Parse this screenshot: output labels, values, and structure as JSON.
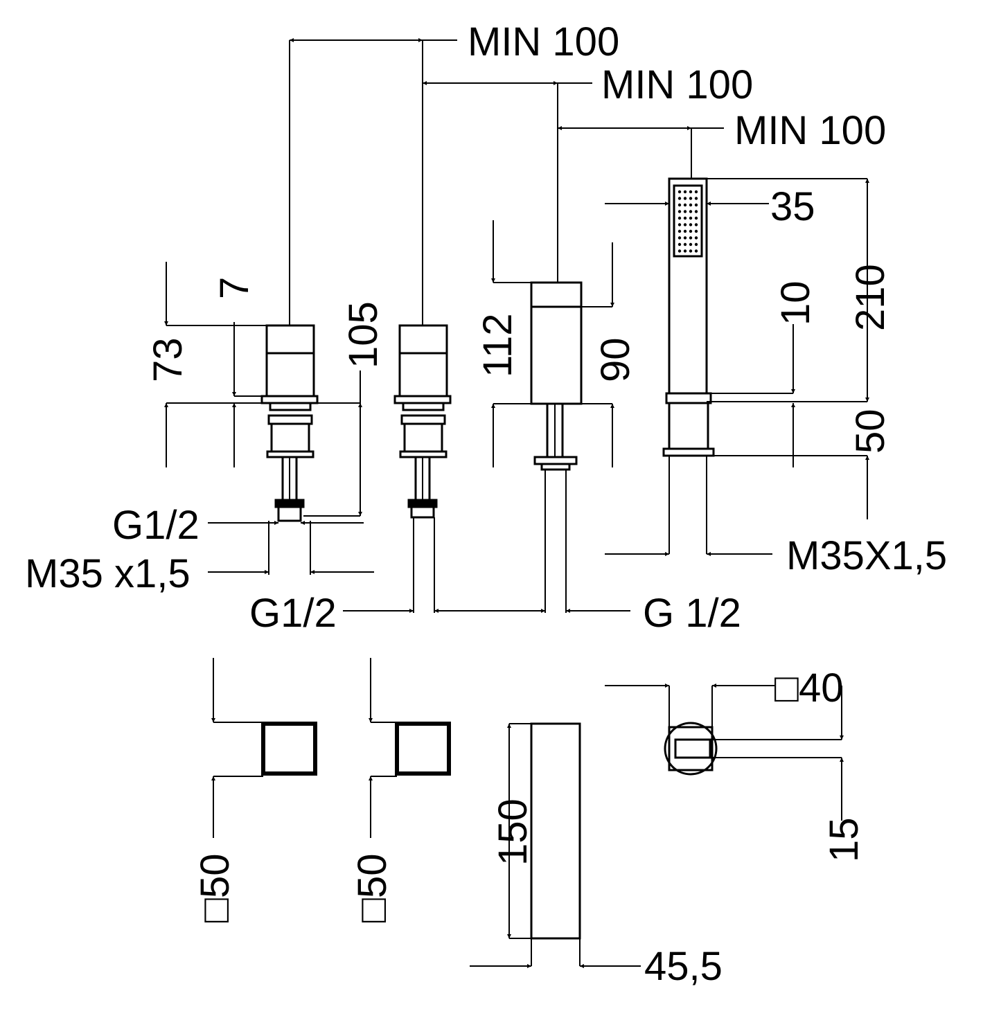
{
  "dimensions": {
    "min_spacing_1": "MIN 100",
    "min_spacing_2": "MIN 100",
    "min_spacing_3": "MIN 100",
    "hand_shower_width": "35",
    "hand_shower_length": "210",
    "hand_shower_collar": "10",
    "holder_height": "50",
    "valve_height": "73",
    "valve_collar": "7",
    "valve_total": "105",
    "spout_total": "112",
    "spout_body": "90",
    "thread_g12_left": "G1/2",
    "thread_m35_left": "M35 x1,5",
    "thread_g12_center": "G1/2",
    "thread_g12_right": "G 1/2",
    "thread_m35_right": "M35X1,5",
    "handle_size_1": "□50",
    "handle_size_2": "□50",
    "spout_length": "150",
    "spout_width": "45,5",
    "holder_square": "□40",
    "holder_offset": "15"
  }
}
